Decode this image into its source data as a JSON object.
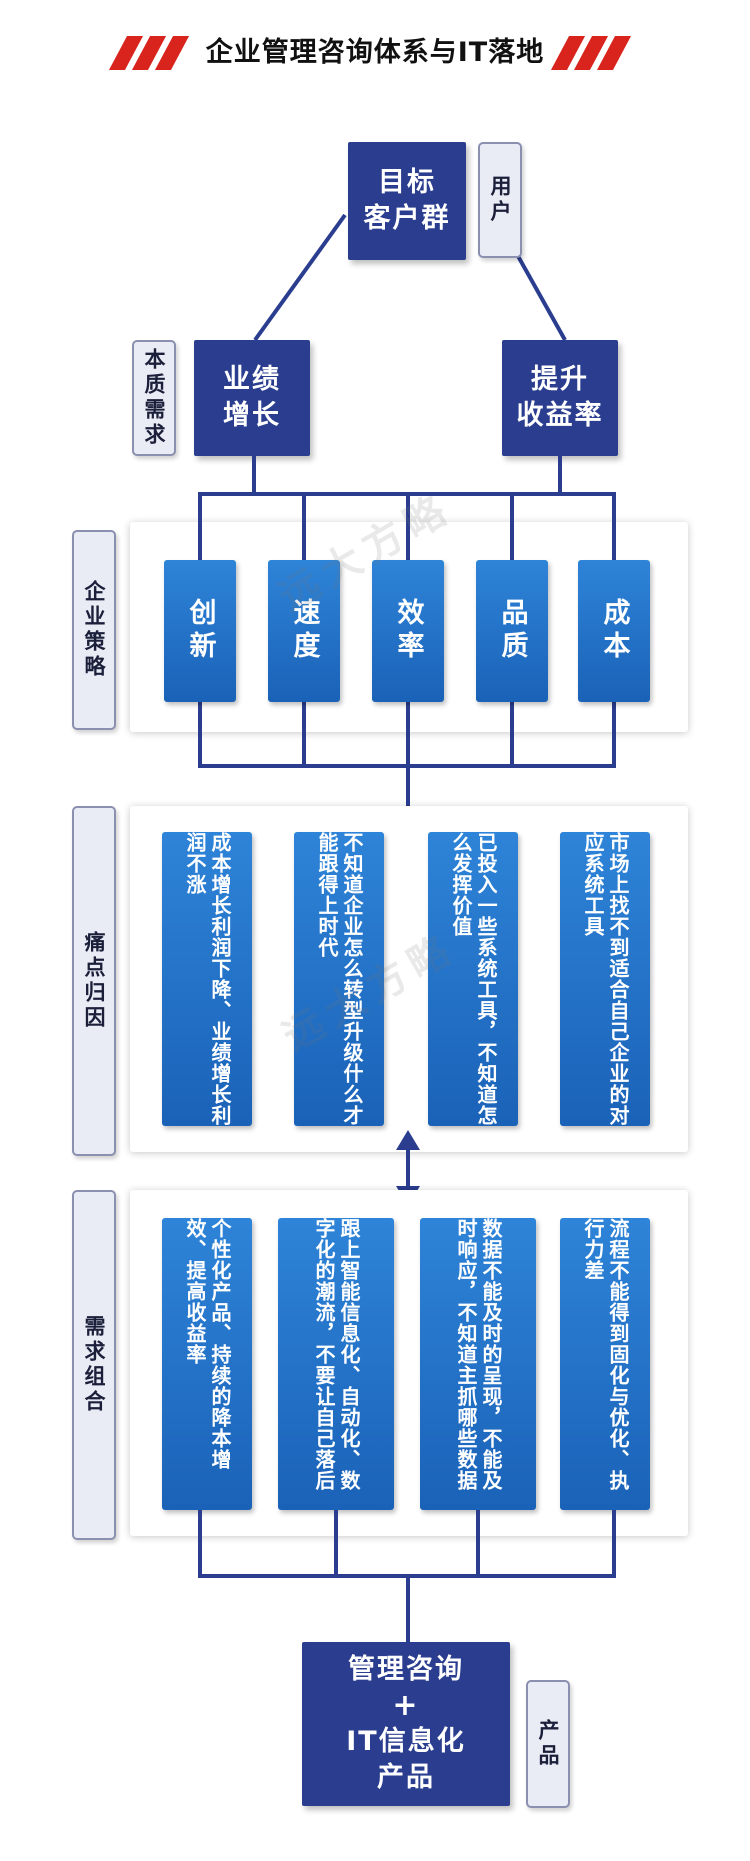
{
  "header": {
    "title": "企业管理咨询体系与IT落地"
  },
  "top": {
    "target_box": [
      "目标",
      "客户群"
    ],
    "user_label": "用户",
    "essence_label": "本质需求",
    "growth_box": [
      "业绩",
      "增长"
    ],
    "profit_box": [
      "提升",
      "收益率"
    ]
  },
  "strategy": {
    "side_label": "企业策略",
    "items": [
      "创新",
      "速度",
      "效率",
      "品质",
      "成本"
    ]
  },
  "pain": {
    "side_label": "痛点归因",
    "items": [
      "成本增长利润下降、业绩增长利润不涨",
      "不知道企业怎么转型升级什么才能跟得上时代",
      "已投入一些系统工具，不知道怎么发挥价值",
      "市场上找不到适合自己企业的对应系统工具"
    ]
  },
  "demand": {
    "side_label": "需求组合",
    "items": [
      "个性化产品、持续的降本增效、提高收益率",
      "跟上智能信息化、自动化、数字化的潮流，不要让自己落后",
      "数据不能及时的呈现，不能及时响应，不知道主抓哪些数据",
      "流程不能得到固化与优化、执行力差"
    ]
  },
  "bottom": {
    "product_box": [
      "管理咨询",
      "+",
      "IT信息化",
      "产品"
    ],
    "product_label": "产品"
  },
  "watermark": "远大方略",
  "colors": {
    "navy": "#2a3d8f",
    "blue": "#1f6cc4",
    "red": "#d9231d"
  }
}
